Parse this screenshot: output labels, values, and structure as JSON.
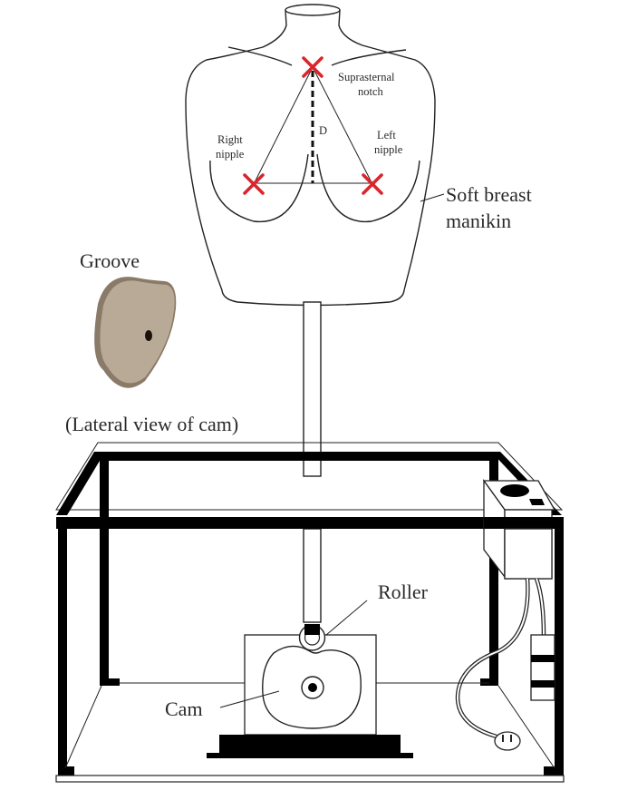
{
  "figure": {
    "labels": {
      "suprasternal_notch": [
        "Suprasternal",
        "notch"
      ],
      "right_nipple": [
        "Right",
        "nipple"
      ],
      "left_nipple": [
        "Left",
        "nipple"
      ],
      "distance": "D",
      "manikin": [
        "Soft breast",
        "manikin"
      ],
      "groove": "Groove",
      "lateral_view": "(Lateral view of cam)",
      "roller": "Roller",
      "cam": "Cam"
    },
    "colors": {
      "marker": "#d9262c",
      "line": "#222222",
      "cam_photo": "#b9aa98",
      "cam_photo_edge": "#8a7a68"
    }
  }
}
